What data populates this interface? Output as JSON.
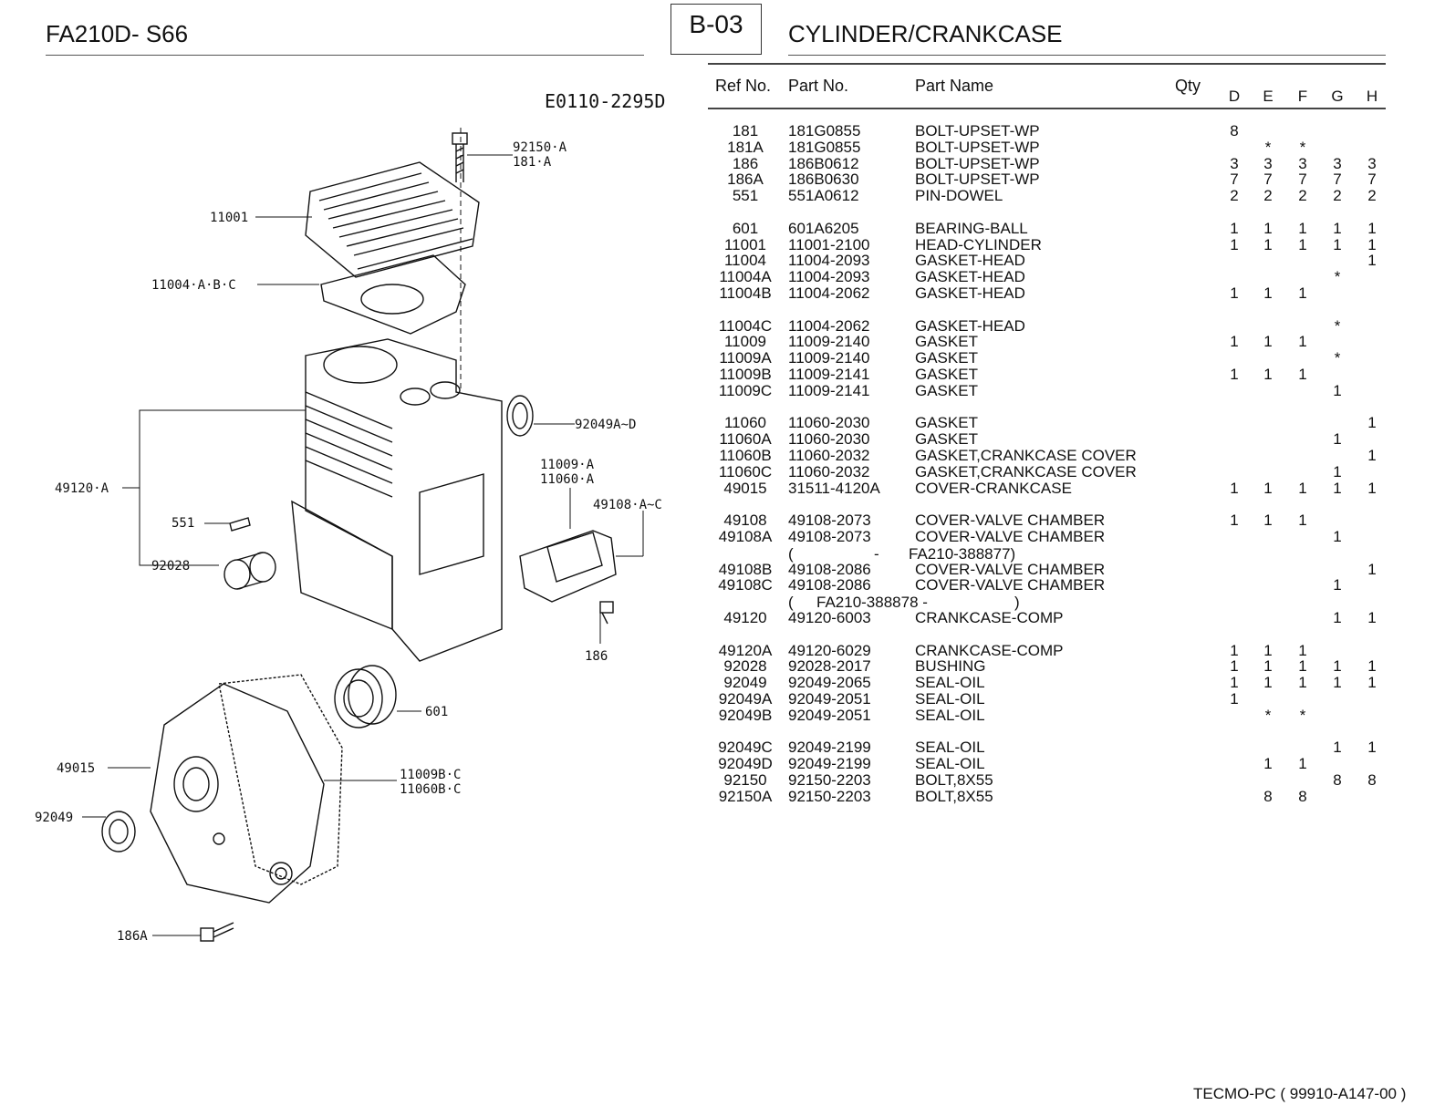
{
  "header": {
    "model": "FA210D- S66",
    "page_code": "B-03",
    "section_title": "CYLINDER/CRANKCASE"
  },
  "table_header": {
    "ref": "Ref No.",
    "part_no": "Part No.",
    "part_name": "Part Name",
    "qty": "Qty",
    "cols": [
      "D",
      "E",
      "F",
      "G",
      "H"
    ]
  },
  "rows": [
    {
      "ref": "181",
      "part_no": "181G0855",
      "name": "BOLT-UPSET-WP",
      "qty": [
        "8",
        "",
        "",
        "",
        ""
      ]
    },
    {
      "ref": "181A",
      "part_no": "181G0855",
      "name": "BOLT-UPSET-WP",
      "qty": [
        "",
        "*",
        "*",
        "",
        ""
      ]
    },
    {
      "ref": "186",
      "part_no": "186B0612",
      "name": "BOLT-UPSET-WP",
      "qty": [
        "3",
        "3",
        "3",
        "3",
        "3"
      ]
    },
    {
      "ref": "186A",
      "part_no": "186B0630",
      "name": "BOLT-UPSET-WP",
      "qty": [
        "7",
        "7",
        "7",
        "7",
        "7"
      ]
    },
    {
      "ref": "551",
      "part_no": "551A0612",
      "name": "PIN-DOWEL",
      "qty": [
        "2",
        "2",
        "2",
        "2",
        "2"
      ]
    },
    {
      "ref": "601",
      "part_no": "601A6205",
      "name": "BEARING-BALL",
      "qty": [
        "1",
        "1",
        "1",
        "1",
        "1"
      ]
    },
    {
      "ref": "11001",
      "part_no": "11001-2100",
      "name": "HEAD-CYLINDER",
      "qty": [
        "1",
        "1",
        "1",
        "1",
        "1"
      ]
    },
    {
      "ref": "11004",
      "part_no": "11004-2093",
      "name": "GASKET-HEAD",
      "qty": [
        "",
        "",
        "",
        "",
        "1"
      ]
    },
    {
      "ref": "11004A",
      "part_no": "11004-2093",
      "name": "GASKET-HEAD",
      "qty": [
        "",
        "",
        "",
        "*",
        ""
      ]
    },
    {
      "ref": "11004B",
      "part_no": "11004-2062",
      "name": "GASKET-HEAD",
      "qty": [
        "1",
        "1",
        "1",
        "",
        ""
      ]
    },
    {
      "ref": "11004C",
      "part_no": "11004-2062",
      "name": "GASKET-HEAD",
      "qty": [
        "",
        "",
        "",
        "*",
        ""
      ]
    },
    {
      "ref": "11009",
      "part_no": "11009-2140",
      "name": "GASKET",
      "qty": [
        "1",
        "1",
        "1",
        "",
        ""
      ]
    },
    {
      "ref": "11009A",
      "part_no": "11009-2140",
      "name": "GASKET",
      "qty": [
        "",
        "",
        "",
        "*",
        ""
      ]
    },
    {
      "ref": "11009B",
      "part_no": "11009-2141",
      "name": "GASKET",
      "qty": [
        "1",
        "1",
        "1",
        "",
        ""
      ]
    },
    {
      "ref": "11009C",
      "part_no": "11009-2141",
      "name": "GASKET",
      "qty": [
        "",
        "",
        "",
        "1",
        ""
      ]
    },
    {
      "ref": "11060",
      "part_no": "11060-2030",
      "name": "GASKET",
      "qty": [
        "",
        "",
        "",
        "",
        "1"
      ]
    },
    {
      "ref": "11060A",
      "part_no": "11060-2030",
      "name": "GASKET",
      "qty": [
        "",
        "",
        "",
        "1",
        ""
      ]
    },
    {
      "ref": "11060B",
      "part_no": "11060-2032",
      "name": "GASKET,CRANKCASE COVER",
      "qty": [
        "",
        "",
        "",
        "",
        "1"
      ]
    },
    {
      "ref": "11060C",
      "part_no": "11060-2032",
      "name": "GASKET,CRANKCASE COVER",
      "qty": [
        "",
        "",
        "",
        "1",
        ""
      ]
    },
    {
      "ref": "49015",
      "part_no": "31511-4120A",
      "name": "COVER-CRANKCASE",
      "qty": [
        "1",
        "1",
        "1",
        "1",
        "1"
      ]
    },
    {
      "ref": "49108",
      "part_no": "49108-2073",
      "name": "COVER-VALVE CHAMBER",
      "qty": [
        "1",
        "1",
        "1",
        "",
        ""
      ]
    },
    {
      "ref": "49108A",
      "part_no": "49108-2073",
      "name": "COVER-VALVE CHAMBER",
      "qty": [
        "",
        "",
        "",
        "1",
        ""
      ]
    },
    {
      "ref": "49108B",
      "part_no": "49108-2086",
      "name": "COVER-VALVE CHAMBER",
      "qty": [
        "",
        "",
        "",
        "",
        "1"
      ]
    },
    {
      "ref": "49108C",
      "part_no": "49108-2086",
      "name": "COVER-VALVE CHAMBER",
      "qty": [
        "",
        "",
        "",
        "1",
        ""
      ]
    },
    {
      "ref": "49120",
      "part_no": "49120-6003",
      "name": "CRANKCASE-COMP",
      "qty": [
        "",
        "",
        "",
        "1",
        "1"
      ]
    },
    {
      "ref": "49120A",
      "part_no": "49120-6029",
      "name": "CRANKCASE-COMP",
      "qty": [
        "1",
        "1",
        "1",
        "",
        ""
      ]
    },
    {
      "ref": "92028",
      "part_no": "92028-2017",
      "name": "BUSHING",
      "qty": [
        "1",
        "1",
        "1",
        "1",
        "1"
      ]
    },
    {
      "ref": "92049",
      "part_no": "92049-2065",
      "name": "SEAL-OIL",
      "qty": [
        "1",
        "1",
        "1",
        "1",
        "1"
      ]
    },
    {
      "ref": "92049A",
      "part_no": "92049-2051",
      "name": "SEAL-OIL",
      "qty": [
        "1",
        "",
        "",
        "",
        ""
      ]
    },
    {
      "ref": "92049B",
      "part_no": "92049-2051",
      "name": "SEAL-OIL",
      "qty": [
        "",
        "*",
        "*",
        "",
        ""
      ]
    },
    {
      "ref": "92049C",
      "part_no": "92049-2199",
      "name": "SEAL-OIL",
      "qty": [
        "",
        "",
        "",
        "1",
        "1"
      ]
    },
    {
      "ref": "92049D",
      "part_no": "92049-2199",
      "name": "SEAL-OIL",
      "qty": [
        "",
        "1",
        "1",
        "",
        ""
      ]
    },
    {
      "ref": "92150",
      "part_no": "92150-2203",
      "name": "BOLT,8X55",
      "qty": [
        "",
        "",
        "",
        "8",
        "8"
      ]
    },
    {
      "ref": "92150A",
      "part_no": "92150-2203",
      "name": "BOLT,8X55",
      "qty": [
        "",
        "8",
        "8",
        "",
        ""
      ]
    }
  ],
  "notes": {
    "serial_1_open": "(",
    "serial_1_dash": "-",
    "serial_1_end": "FA210-388877)",
    "serial_2_open": "(",
    "serial_2_start": "FA210-388878 -",
    "serial_2_close": ")"
  },
  "diagram": {
    "code": "E0110-2295D",
    "labels": {
      "l92150": "92150·A",
      "l181": "181·A",
      "l11001": "11001",
      "l11004": "11004·A·B·C",
      "l92049a": "92049A~D",
      "l11009": "11009·A",
      "l11060": "11060·A",
      "l49108": "49108·A~C",
      "l49120": "49120·A",
      "l551": "551",
      "l92028": "92028",
      "l186": "186",
      "l601": "601",
      "l49015": "49015",
      "l11009b": "11009B·C",
      "l11060b": "11060B·C",
      "l92049": "92049",
      "l186a": "186A"
    }
  },
  "footer": "TECMO-PC  ( 99910-A147-00 )"
}
